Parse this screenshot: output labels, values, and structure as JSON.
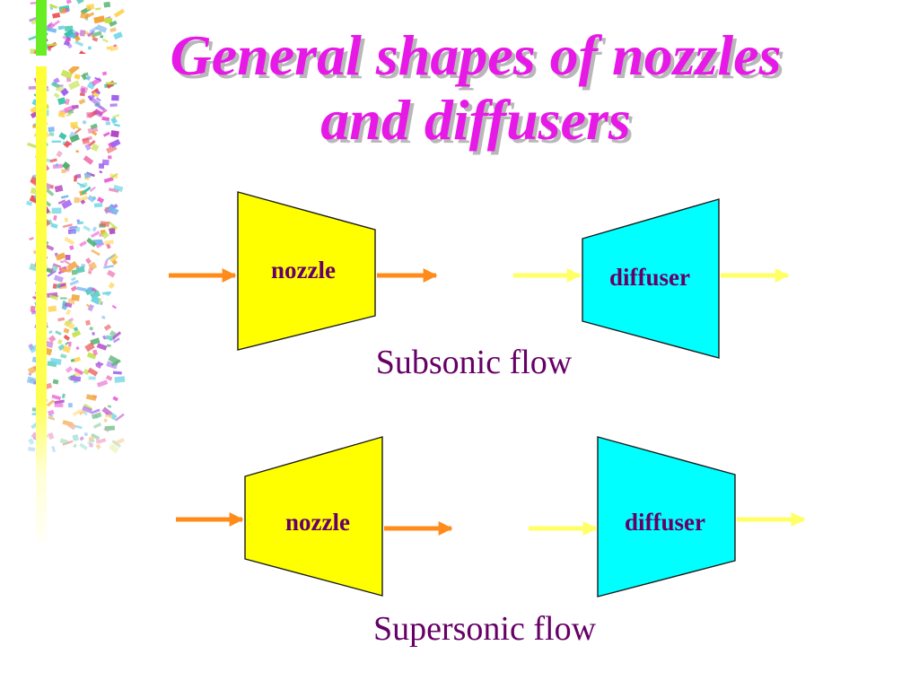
{
  "title": "General shapes of nozzles and diffusers",
  "colors": {
    "title": "#e619e6",
    "caption": "#660066",
    "device_label": "#660066",
    "nozzle_fill": "#ffff00",
    "diffuser_fill": "#00ffff",
    "arrow_orange": "#ff8c1a",
    "arrow_yellow": "#ffff66",
    "outline": "#1a1a1a",
    "bar_green": "#66ee22",
    "bar_yellow": "#ffff33"
  },
  "subsonic": {
    "caption": "Subsonic flow",
    "nozzle_label": "nozzle",
    "diffuser_label": "diffuser"
  },
  "supersonic": {
    "caption": "Supersonic flow",
    "nozzle_label": "nozzle",
    "diffuser_label": "diffuser"
  }
}
